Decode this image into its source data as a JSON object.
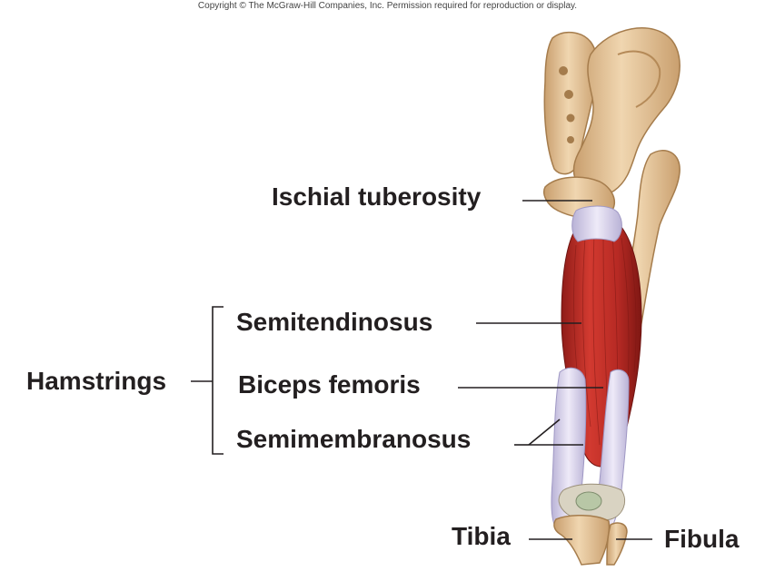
{
  "copyright": "Copyright © The McGraw-Hill Companies, Inc. Permission required for reproduction or display.",
  "labels": {
    "ischial_tuberosity": "Ischial tuberosity",
    "semitendinosus": "Semitendinosus",
    "biceps_femoris": "Biceps femoris",
    "semimembranosus": "Semimembranosus",
    "hamstrings": "Hamstrings",
    "tibia": "Tibia",
    "fibula": "Fibula"
  },
  "colors": {
    "bone": "#e8c9a0",
    "bone_shadow": "#c99f6e",
    "muscle": "#c8302a",
    "muscle_dark": "#8f1c18",
    "tendon": "#dcd6ee",
    "leader": "#231f20"
  }
}
